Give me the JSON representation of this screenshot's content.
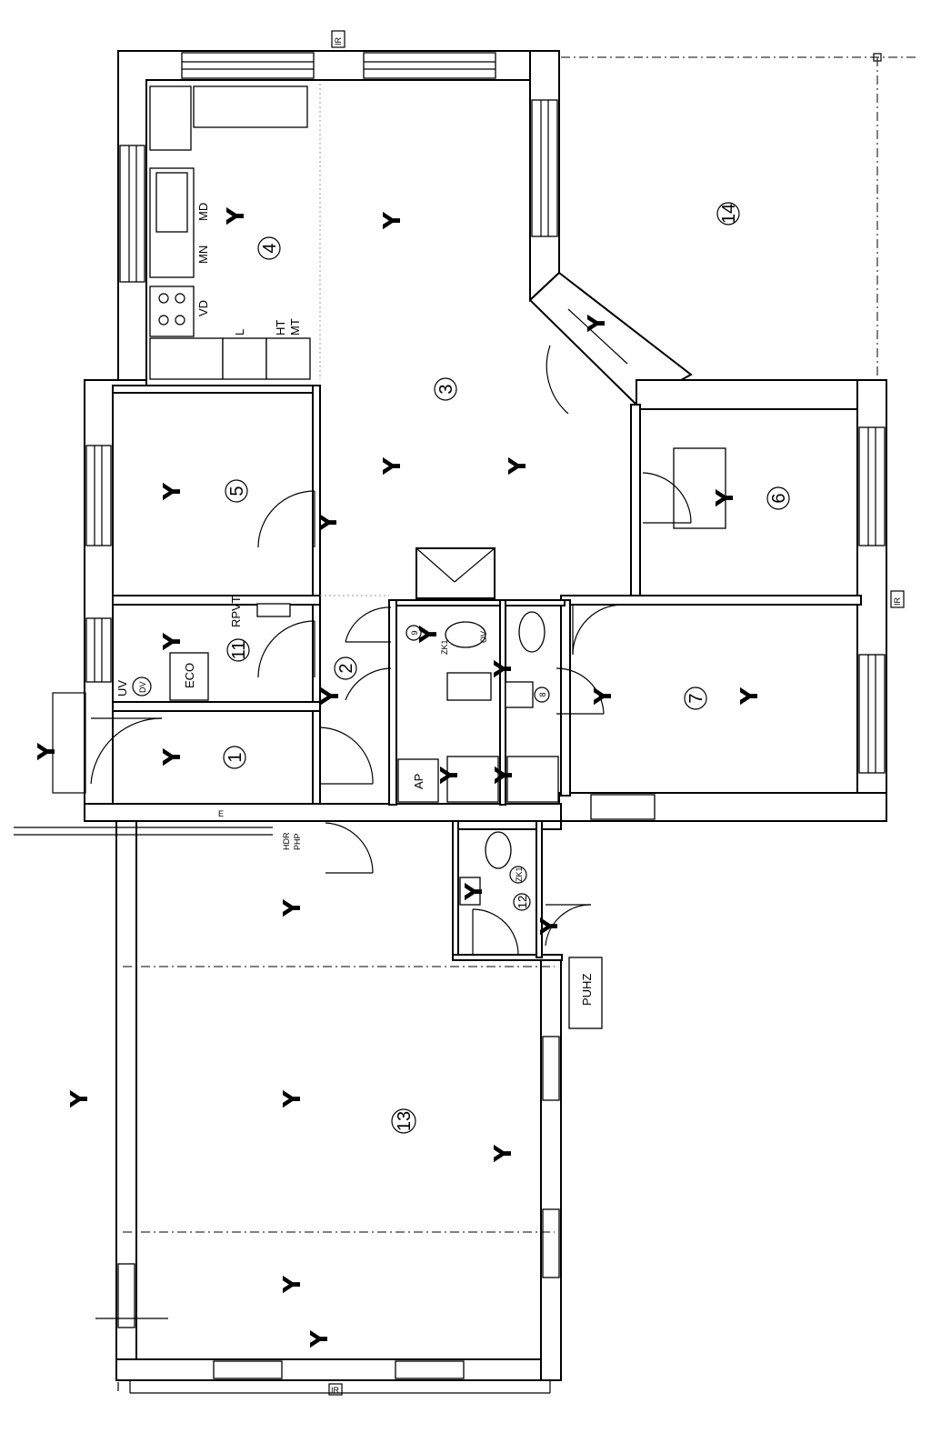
{
  "rooms": [
    {
      "id": "r1",
      "number": "1"
    },
    {
      "id": "r2",
      "number": "2"
    },
    {
      "id": "r3",
      "number": "3"
    },
    {
      "id": "r4",
      "number": "4"
    },
    {
      "id": "r5",
      "number": "5"
    },
    {
      "id": "r6",
      "number": "6"
    },
    {
      "id": "r7",
      "number": "7"
    },
    {
      "id": "r8",
      "number": "8"
    },
    {
      "id": "r9",
      "number": "9"
    },
    {
      "id": "r11",
      "number": "11"
    },
    {
      "id": "r12",
      "number": "12"
    },
    {
      "id": "r13",
      "number": "13"
    },
    {
      "id": "r14",
      "number": "14"
    }
  ],
  "labels": {
    "md": "MD",
    "mn": "MN",
    "vd": "VD",
    "ht": "HT",
    "mt": "MT",
    "l": "L",
    "rpvt": "RPVT",
    "eco": "ECO",
    "uv": "UV",
    "dv": "DV",
    "ov": "OV",
    "ap": "AP",
    "zk1": "ZK1",
    "zk2": "ZK1",
    "puhz": "PUHZ",
    "hdr": "HDR",
    "php": "PHP",
    "e": "E",
    "ir": "IR"
  },
  "symbols": {
    "outlet": "Y",
    "tv": "Y",
    "fan": "Y"
  }
}
